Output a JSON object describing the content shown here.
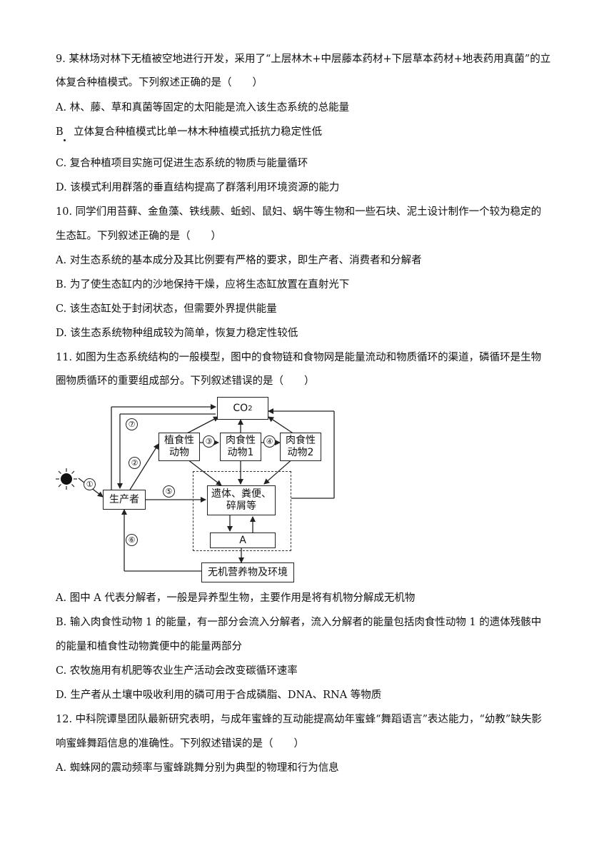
{
  "q9": {
    "stem_1": "9. 某林场对林下无植被空地进行开发，采用了“上层林木+中层藤本药材+下层草本药材+地表药用真菌”的立",
    "stem_2": "体复合种植模式。下列叙述正确的是（　　）",
    "a": "A. 林、藤、草和真菌等固定的太阳能是流入该生态系统的总能量",
    "b": "B　立体复合种植模式比单一林木种植模式抵抗力稳定性低",
    "c": "C. 复合种植项目实施可促进生态系统的物质与能量循环",
    "d": "D. 该模式利用群落的垂直结构提高了群落利用环境资源的能力"
  },
  "q10": {
    "stem_1": "10. 同学们用苔藓、金鱼藻、铁线蕨、蚯蚓、鼠妇、蜗牛等生物和一些石块、泥土设计制作一个较为稳定的",
    "stem_2": "生态缸。下列叙述正确的是（　　）",
    "a": "A. 对生态系统的基本成分及其比例要有严格的要求，即生产者、消费者和分解者",
    "b": "B. 为了使生态缸内的沙地保持干燥，应将生态缸放置在直射光下",
    "c": "C. 该生态缸处于封闭状态，但需要外界提供能量",
    "d": "D. 该生态系统物种组成较为简单，恢复力稳定性较低"
  },
  "q11": {
    "stem_1": "11. 如图为生态系统结构的一般模型，图中的食物链和食物网是能量流动和物质循环的渠道，磷循环是生物",
    "stem_2": "圈物质循环的重要组成部分。下列叙述错误的是（　　）",
    "diagram": {
      "co2_main": "CO",
      "co2_sub": "2",
      "herbivore_1": "植食性",
      "herbivore_2": "动物",
      "carnivore1_1": "肉食性",
      "carnivore1_2": "动物1",
      "carnivore2_1": "肉食性",
      "carnivore2_2": "动物2",
      "producer": "生产者",
      "remains_1": "遗体、粪便、",
      "remains_2": "碎屑等",
      "decomposer": "A",
      "environment": "无机营养物及环境",
      "n1": "①",
      "n2": "②",
      "n3": "③",
      "n4": "④",
      "n5": "⑤",
      "n6": "⑥",
      "n7": "⑦"
    },
    "a": "A. 图中 A 代表分解者，一般是异养型生物，主要作用是将有机物分解成无机物",
    "b_1": "B. 输入肉食性动物 1 的能量，有一部分会流入分解者，流入分解者的能量包括肉食性动物 1 的遗体残骸中",
    "b_2": "的能量和植食性动物粪便中的能量两部分",
    "c": "C. 农牧施用有机肥等农业生产活动会改变碳循环速率",
    "d": "D. 生产者从土壤中吸收利用的磷可用于合成磷脂、DNA、RNA 等物质"
  },
  "q12": {
    "stem_1": "12. 中科院谭垦团队最新研究表明，与成年蜜蜂的互动能提高幼年蜜蜂“舞蹈语言”表达能力，“幼教”缺失影",
    "stem_2": "响蜜蜂舞蹈信息的准确性。下列叙述错误的是（　　）",
    "a": "A. 蜘蛛网的震动频率与蜜蜂跳舞分别为典型的物理和行为信息"
  }
}
